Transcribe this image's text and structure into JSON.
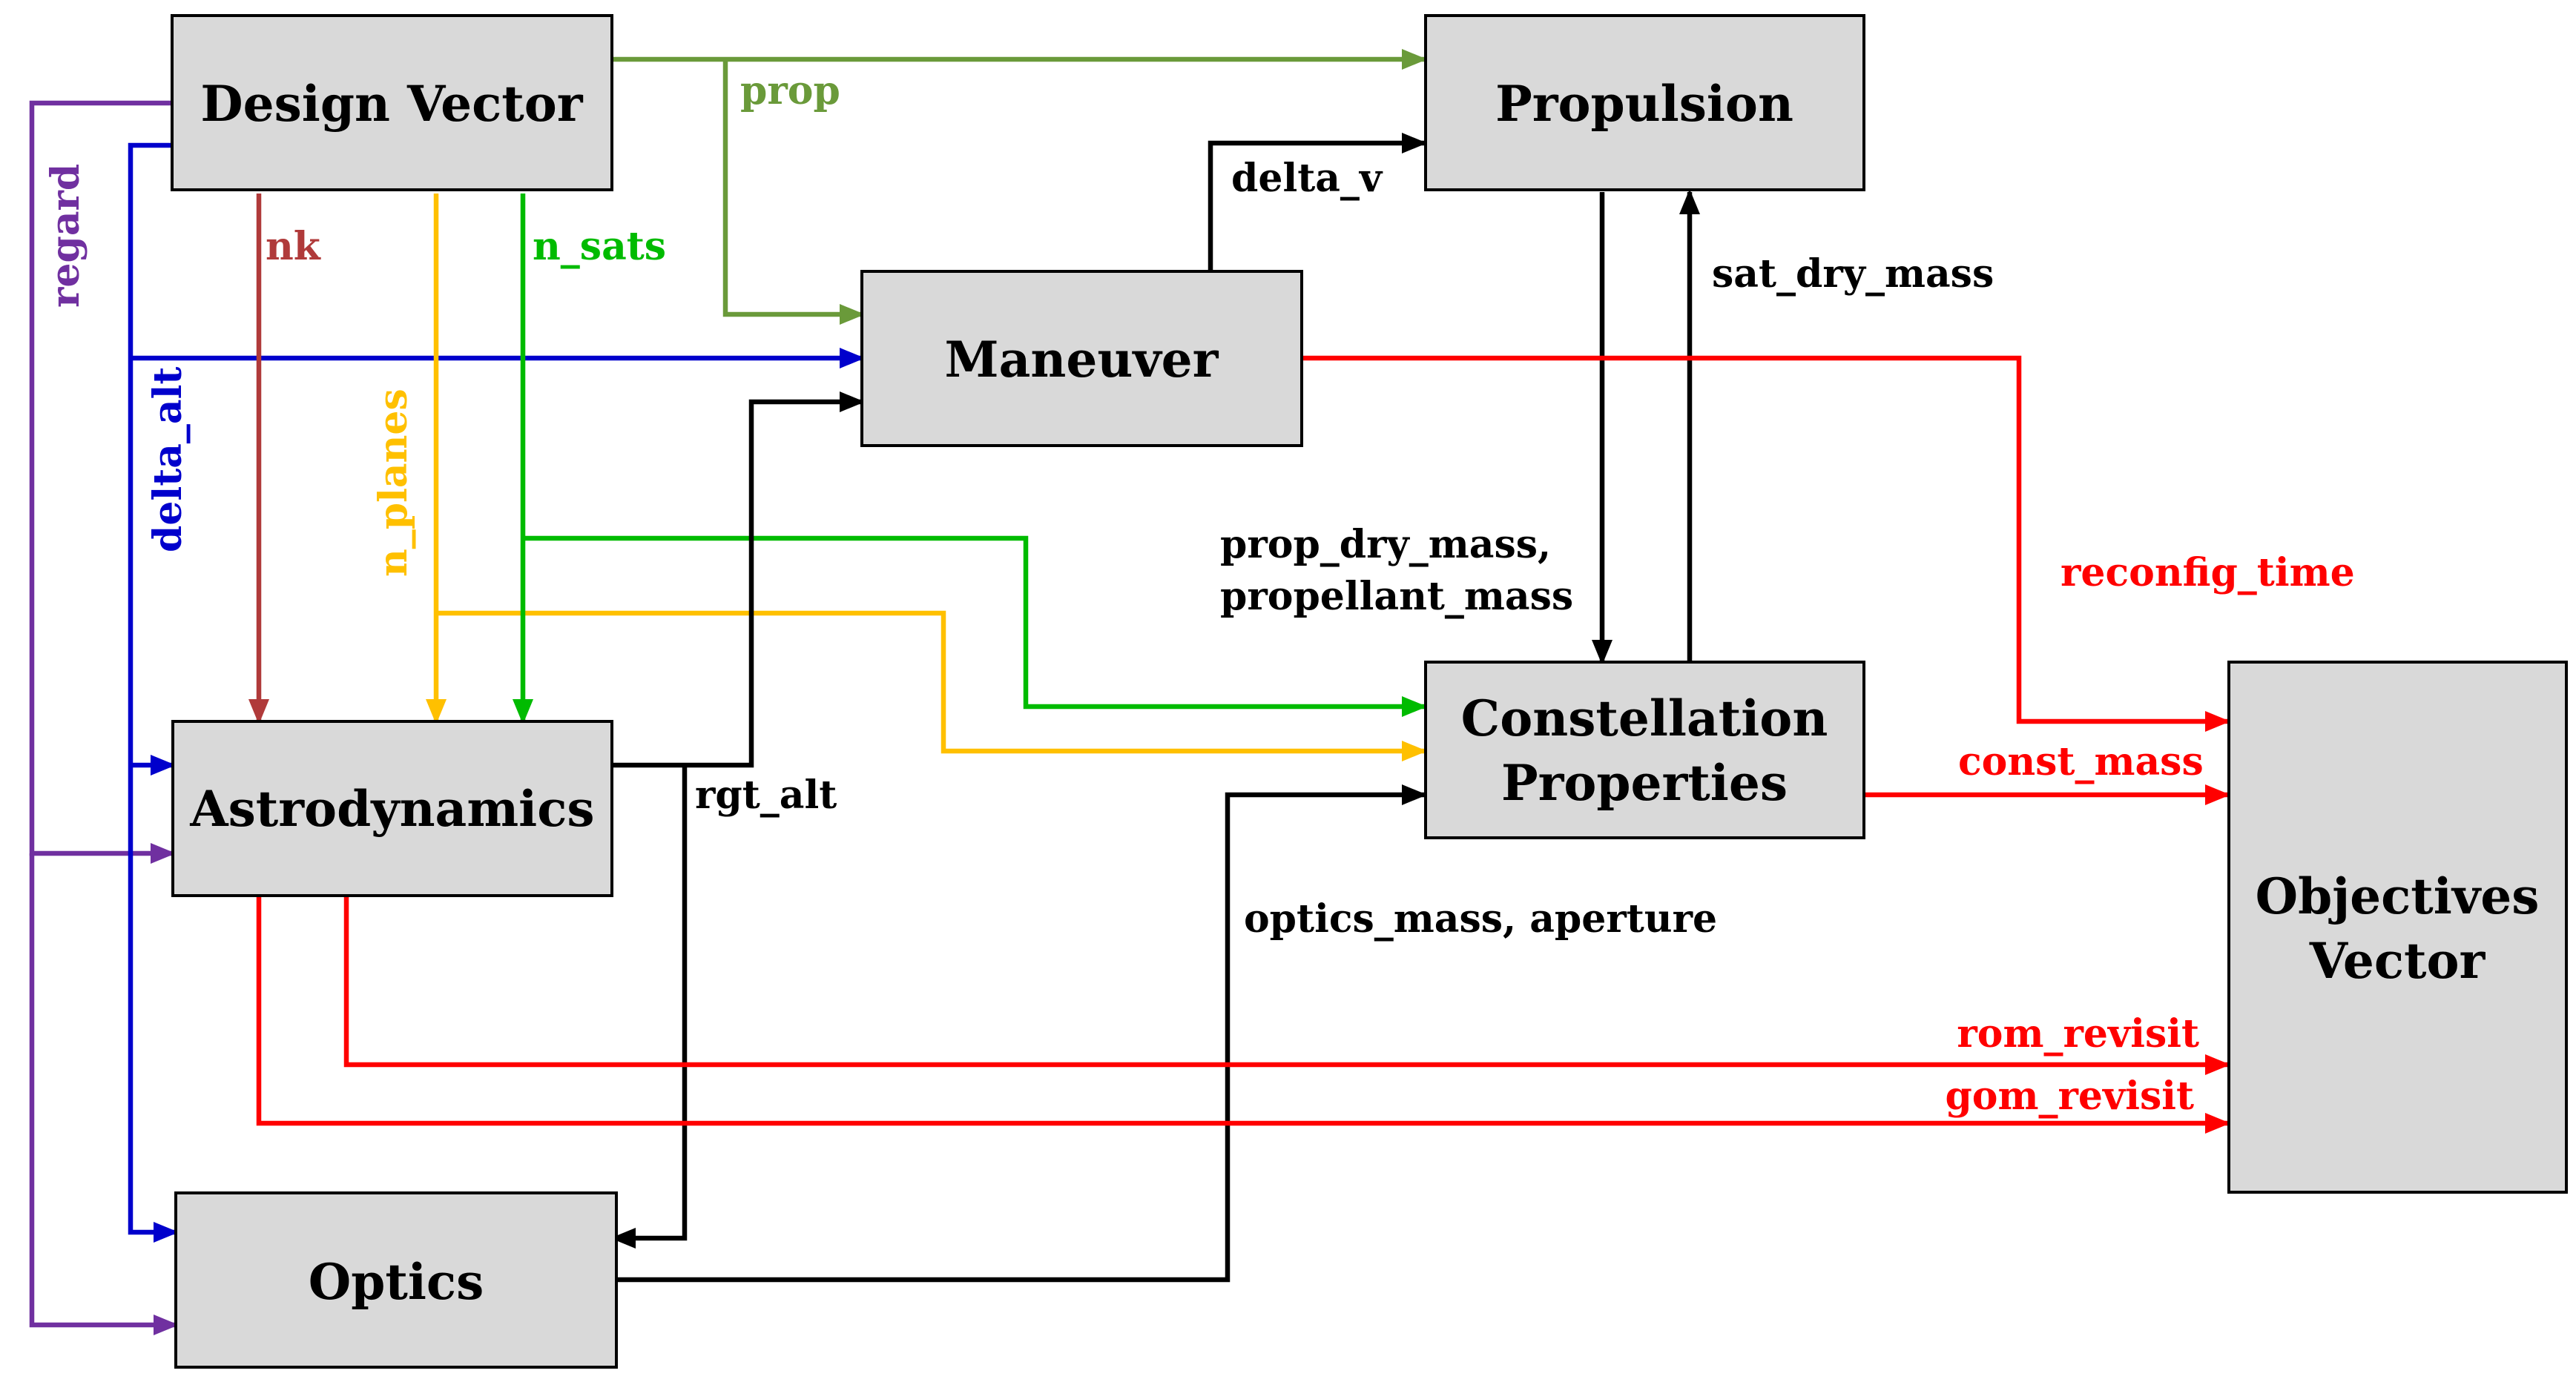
{
  "colors": {
    "black": "#000000",
    "red": "#ff0000",
    "purple": "#7030a0",
    "blue": "#0000cc",
    "brown": "#b03a3a",
    "yellow": "#ffc000",
    "green": "#00bb00",
    "olive": "#6a9a3a",
    "box_fill": "#d9d9d9"
  },
  "boxes": {
    "design_vector": {
      "lines": [
        "Design Vector"
      ]
    },
    "propulsion": {
      "lines": [
        "Propulsion"
      ]
    },
    "maneuver": {
      "lines": [
        "Maneuver"
      ]
    },
    "astrodynamics": {
      "lines": [
        "Astrodynamics"
      ]
    },
    "constellation": {
      "lines": [
        "Constellation",
        "Properties"
      ]
    },
    "optics": {
      "lines": [
        "Optics"
      ]
    },
    "objectives": {
      "lines": [
        "Objectives",
        "Vector"
      ]
    }
  },
  "labels": {
    "prop": "prop",
    "nk": "nk",
    "n_sats": "n_sats",
    "n_planes": "n_planes",
    "delta_alt": "delta_alt",
    "regard": "regard",
    "delta_v": "delta_v",
    "sat_dry_mass": "sat_dry_mass",
    "prop_dry_mass": "prop_dry_mass,",
    "propellant_mass": "propellant_mass",
    "reconfig_time": "reconfig_time",
    "const_mass": "const_mass",
    "rgt_alt": "rgt_alt",
    "optics_mass_aperture": "optics_mass, aperture",
    "rom_revisit": "rom_revisit",
    "gom_revisit": "gom_revisit"
  }
}
